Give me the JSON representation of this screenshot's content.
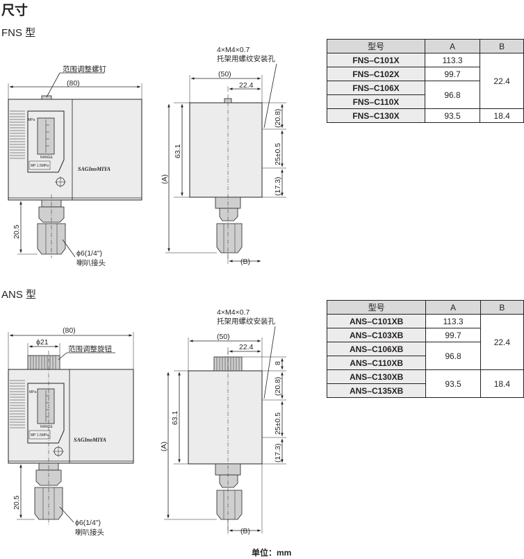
{
  "page": {
    "title": "尺寸",
    "unit_note": "单位：mm"
  },
  "fns": {
    "heading": "FNS 型",
    "labels": {
      "adjust_screw": "范围调整螺钉",
      "mount_thread": "4×M4×0.7",
      "mount_hole": "托架用螺纹安装孔",
      "flare_size": "ϕ6(1/4\")",
      "flare_name": "喇叭接头",
      "brand": "SAGInoMIYA",
      "scale_unit": "MPa",
      "range_text": "RANGE",
      "pressure_text": "MP 1.5MPa"
    },
    "dims": {
      "width": "(80)",
      "depth": "(50)",
      "offset": "22.4",
      "height": "63.1",
      "total": "(A)",
      "fitting": "20.5",
      "upper": "(20.8)",
      "pitch": "25±0.5",
      "lower": "(17.3)",
      "b": "(B)"
    },
    "table": {
      "headers": [
        "型号",
        "A",
        "B"
      ],
      "rows": [
        {
          "model": "FNS–C101X",
          "a": "113.3",
          "b": ""
        },
        {
          "model": "FNS–C102X",
          "a": "99.7",
          "b": "22.4"
        },
        {
          "model": "FNS–C106X",
          "a": "96.8",
          "b": ""
        },
        {
          "model": "FNS–C110X",
          "a": "",
          "b": ""
        },
        {
          "model": "FNS–C130X",
          "a": "93.5",
          "b": "18.4"
        }
      ]
    }
  },
  "ans": {
    "heading": "ANS 型",
    "labels": {
      "adjust_knob": "范围调整旋钮",
      "mount_thread": "4×M4×0.7",
      "mount_hole": "托架用螺纹安装孔",
      "flare_size": "ϕ6(1/4\")",
      "flare_name": "喇叭接头",
      "brand": "SAGInoMIYA",
      "scale_unit": "MPa",
      "range_text": "RANGE",
      "pressure_text": "MP 1.5MPa"
    },
    "dims": {
      "width": "(80)",
      "knob_dia": "ϕ21",
      "depth": "(50)",
      "offset": "22.4",
      "knob_h": "8",
      "height": "63.1",
      "total": "(A)",
      "fitting": "20.5",
      "upper": "(20.8)",
      "pitch": "25±0.5",
      "lower": "(17.3)",
      "b": "(B)"
    },
    "table": {
      "headers": [
        "型号",
        "A",
        "B"
      ],
      "rows": [
        {
          "model": "ANS–C101XB",
          "a": "113.3",
          "b": ""
        },
        {
          "model": "ANS–C103XB",
          "a": "99.7",
          "b": "22.4"
        },
        {
          "model": "ANS–C106XB",
          "a": "96.8",
          "b": ""
        },
        {
          "model": "ANS–C110XB",
          "a": "",
          "b": ""
        },
        {
          "model": "ANS–C130XB",
          "a": "93.5",
          "b": "18.4"
        },
        {
          "model": "ANS–C135XB",
          "a": "",
          "b": ""
        }
      ]
    }
  }
}
